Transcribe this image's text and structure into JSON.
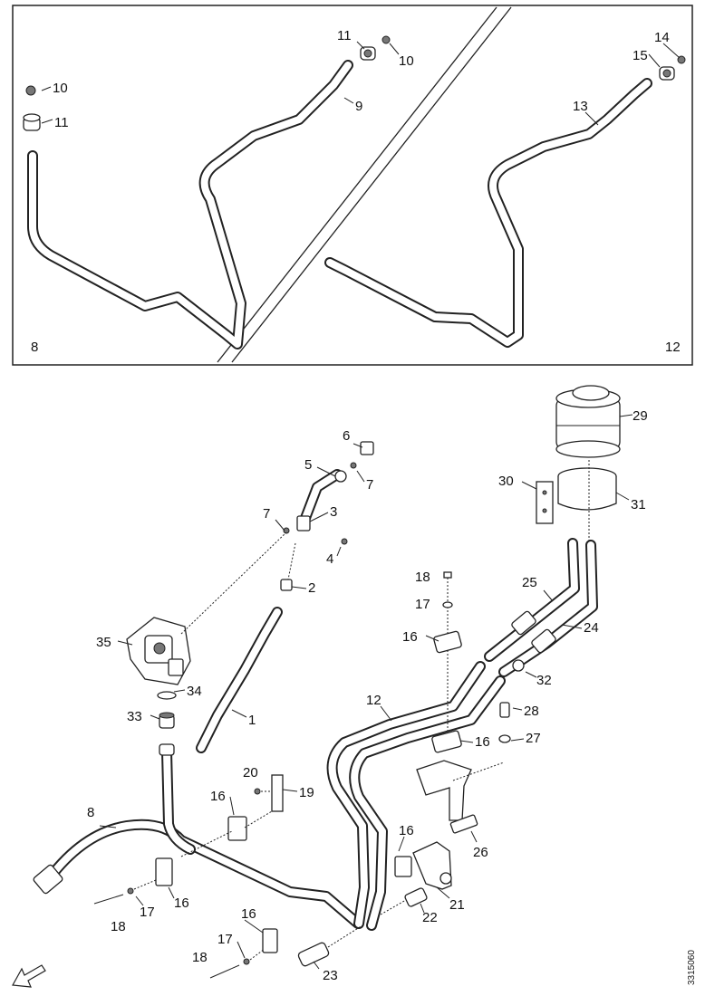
{
  "inset_labels": [
    {
      "id": "i10a",
      "text": "10"
    },
    {
      "id": "i11a",
      "text": "11"
    },
    {
      "id": "i9",
      "text": "9"
    },
    {
      "id": "i10b",
      "text": "10"
    },
    {
      "id": "i11b",
      "text": "11"
    },
    {
      "id": "i8",
      "text": "8"
    },
    {
      "id": "i14",
      "text": "14"
    },
    {
      "id": "i15",
      "text": "15"
    },
    {
      "id": "i13",
      "text": "13"
    },
    {
      "id": "i12",
      "text": "12"
    }
  ],
  "main_labels": [
    {
      "id": "m6",
      "text": "6"
    },
    {
      "id": "m5",
      "text": "5"
    },
    {
      "id": "m7a",
      "text": "7"
    },
    {
      "id": "m7b",
      "text": "7"
    },
    {
      "id": "m3",
      "text": "3"
    },
    {
      "id": "m4",
      "text": "4"
    },
    {
      "id": "m2",
      "text": "2"
    },
    {
      "id": "m35",
      "text": "35"
    },
    {
      "id": "m34",
      "text": "34"
    },
    {
      "id": "m33",
      "text": "33"
    },
    {
      "id": "m1",
      "text": "1"
    },
    {
      "id": "m29",
      "text": "29"
    },
    {
      "id": "m30",
      "text": "30"
    },
    {
      "id": "m31",
      "text": "31"
    },
    {
      "id": "m25",
      "text": "25"
    },
    {
      "id": "m24",
      "text": "24"
    },
    {
      "id": "m18a",
      "text": "18"
    },
    {
      "id": "m17a",
      "text": "17"
    },
    {
      "id": "m16a",
      "text": "16"
    },
    {
      "id": "m32",
      "text": "32"
    },
    {
      "id": "m12",
      "text": "12"
    },
    {
      "id": "m28",
      "text": "28"
    },
    {
      "id": "m27",
      "text": "27"
    },
    {
      "id": "m16b",
      "text": "16"
    },
    {
      "id": "m20",
      "text": "20"
    },
    {
      "id": "m19",
      "text": "19"
    },
    {
      "id": "m8",
      "text": "8"
    },
    {
      "id": "m16c",
      "text": "16"
    },
    {
      "id": "m16d",
      "text": "16"
    },
    {
      "id": "m26",
      "text": "26"
    },
    {
      "id": "m16e",
      "text": "16"
    },
    {
      "id": "m21",
      "text": "21"
    },
    {
      "id": "m17b",
      "text": "17"
    },
    {
      "id": "m18b",
      "text": "18"
    },
    {
      "id": "m16f",
      "text": "16"
    },
    {
      "id": "m22",
      "text": "22"
    },
    {
      "id": "m17c",
      "text": "17"
    },
    {
      "id": "m18c",
      "text": "18"
    },
    {
      "id": "m23",
      "text": "23"
    }
  ],
  "reference_code": "3315060"
}
